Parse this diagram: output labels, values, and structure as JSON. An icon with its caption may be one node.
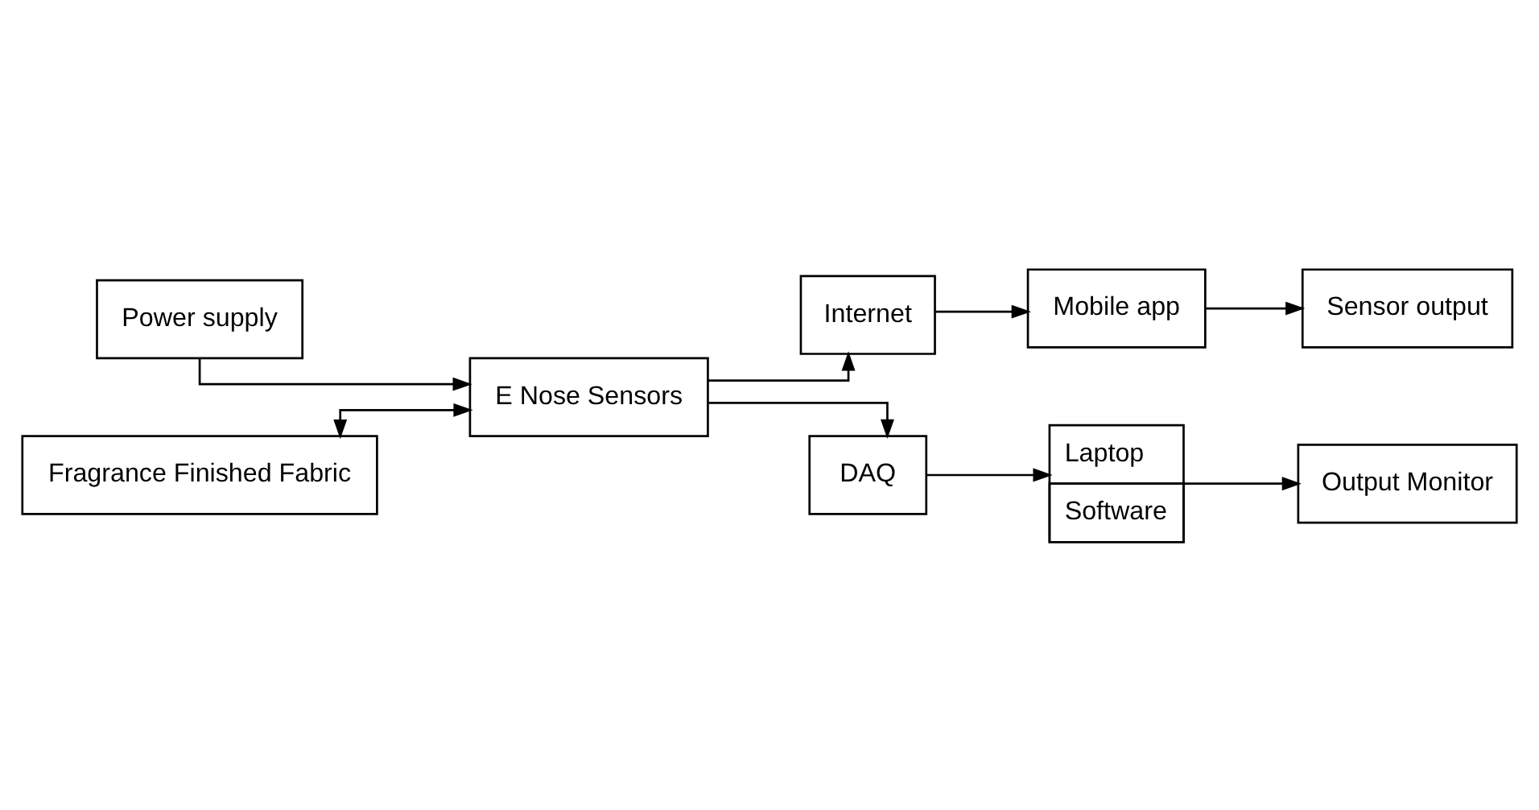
{
  "diagram": {
    "nodes": [
      {
        "text": [
          "Power supply"
        ]
      },
      {
        "text": [
          "Fragrance Finished Fabric"
        ]
      },
      {
        "text": [
          "E Nose Sensors"
        ]
      },
      {
        "text": [
          "Internet"
        ]
      },
      {
        "text": [
          "Mobile app"
        ]
      },
      {
        "text": [
          "Sensor output"
        ]
      },
      {
        "text": [
          "DAQ"
        ]
      },
      {
        "text": [
          "Laptop",
          "Software"
        ]
      },
      {
        "text": [
          "Output Monitor"
        ]
      }
    ],
    "edges": [
      {
        "from": 0,
        "to": 2,
        "arrow": "to"
      },
      {
        "from": 1,
        "to": 2,
        "arrow": "both"
      },
      {
        "from": 2,
        "to": 3,
        "arrow": "to"
      },
      {
        "from": 3,
        "to": 4,
        "arrow": "to"
      },
      {
        "from": 4,
        "to": 5,
        "arrow": "to"
      },
      {
        "from": 2,
        "to": 6,
        "arrow": "to"
      },
      {
        "from": 6,
        "to": 7,
        "arrow": "to"
      },
      {
        "from": 7,
        "to": 8,
        "arrow": "to"
      }
    ]
  }
}
